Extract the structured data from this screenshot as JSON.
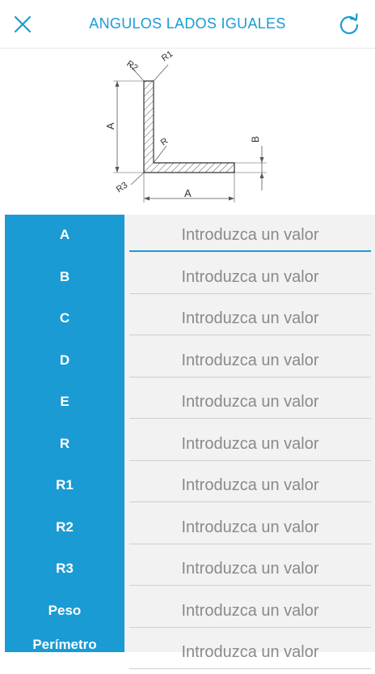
{
  "header": {
    "title": "ANGULOS LADOS IGUALES",
    "close_icon": "close-icon",
    "refresh_icon": "refresh-icon",
    "accent_color": "#1a9bd4"
  },
  "diagram": {
    "labels": {
      "r1": "R1",
      "r2": "R2",
      "r3": "R3",
      "r": "R",
      "a_vertical": "A",
      "a_horizontal": "A",
      "b": "B"
    }
  },
  "form": {
    "placeholder": "Introduzca un valor",
    "rows": [
      {
        "label": "A",
        "value": ""
      },
      {
        "label": "B",
        "value": ""
      },
      {
        "label": "C",
        "value": ""
      },
      {
        "label": "D",
        "value": ""
      },
      {
        "label": "E",
        "value": ""
      },
      {
        "label": "R",
        "value": ""
      },
      {
        "label": "R1",
        "value": ""
      },
      {
        "label": "R2",
        "value": ""
      },
      {
        "label": "R3",
        "value": ""
      },
      {
        "label": "Peso",
        "value": ""
      },
      {
        "label": "Perímetro",
        "value": ""
      }
    ]
  }
}
